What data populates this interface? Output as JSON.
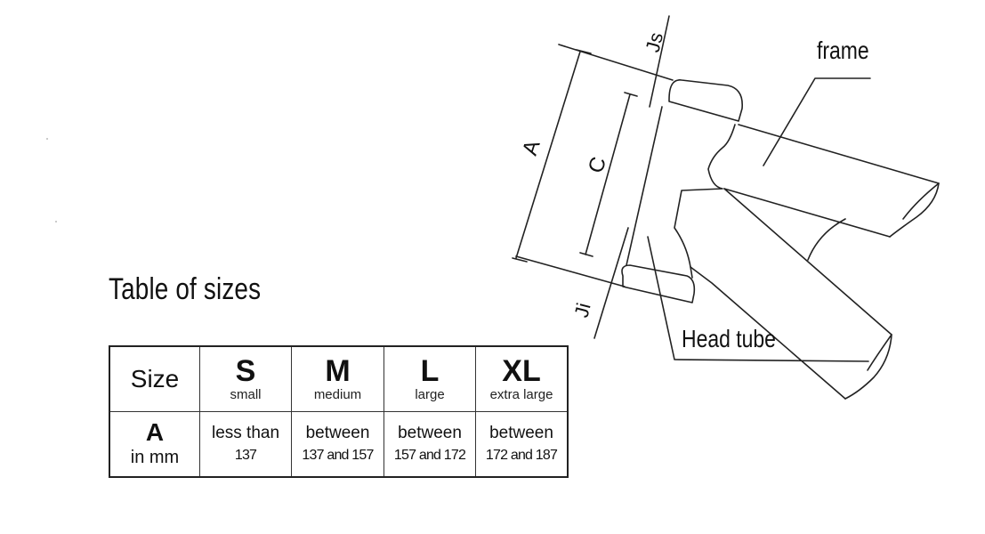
{
  "title": "Table of sizes",
  "diagram": {
    "label_frame": "frame",
    "label_head_tube": "Head tube",
    "dim_A": "A",
    "dim_C": "C",
    "dim_Js": "Js",
    "dim_Ji": "Ji"
  },
  "table": {
    "corner": "Size",
    "columns": [
      {
        "code": "S",
        "name": "small"
      },
      {
        "code": "M",
        "name": "medium"
      },
      {
        "code": "L",
        "name": "large"
      },
      {
        "code": "XL",
        "name": "extra large"
      }
    ],
    "row_label": "A",
    "row_unit": "in mm",
    "cells": [
      {
        "line1": "less than",
        "line2": "137"
      },
      {
        "line1": "between",
        "line2": "137 and 157"
      },
      {
        "line1": "between",
        "line2": "157 and 172"
      },
      {
        "line1": "between",
        "line2": "172 and 187"
      }
    ]
  }
}
